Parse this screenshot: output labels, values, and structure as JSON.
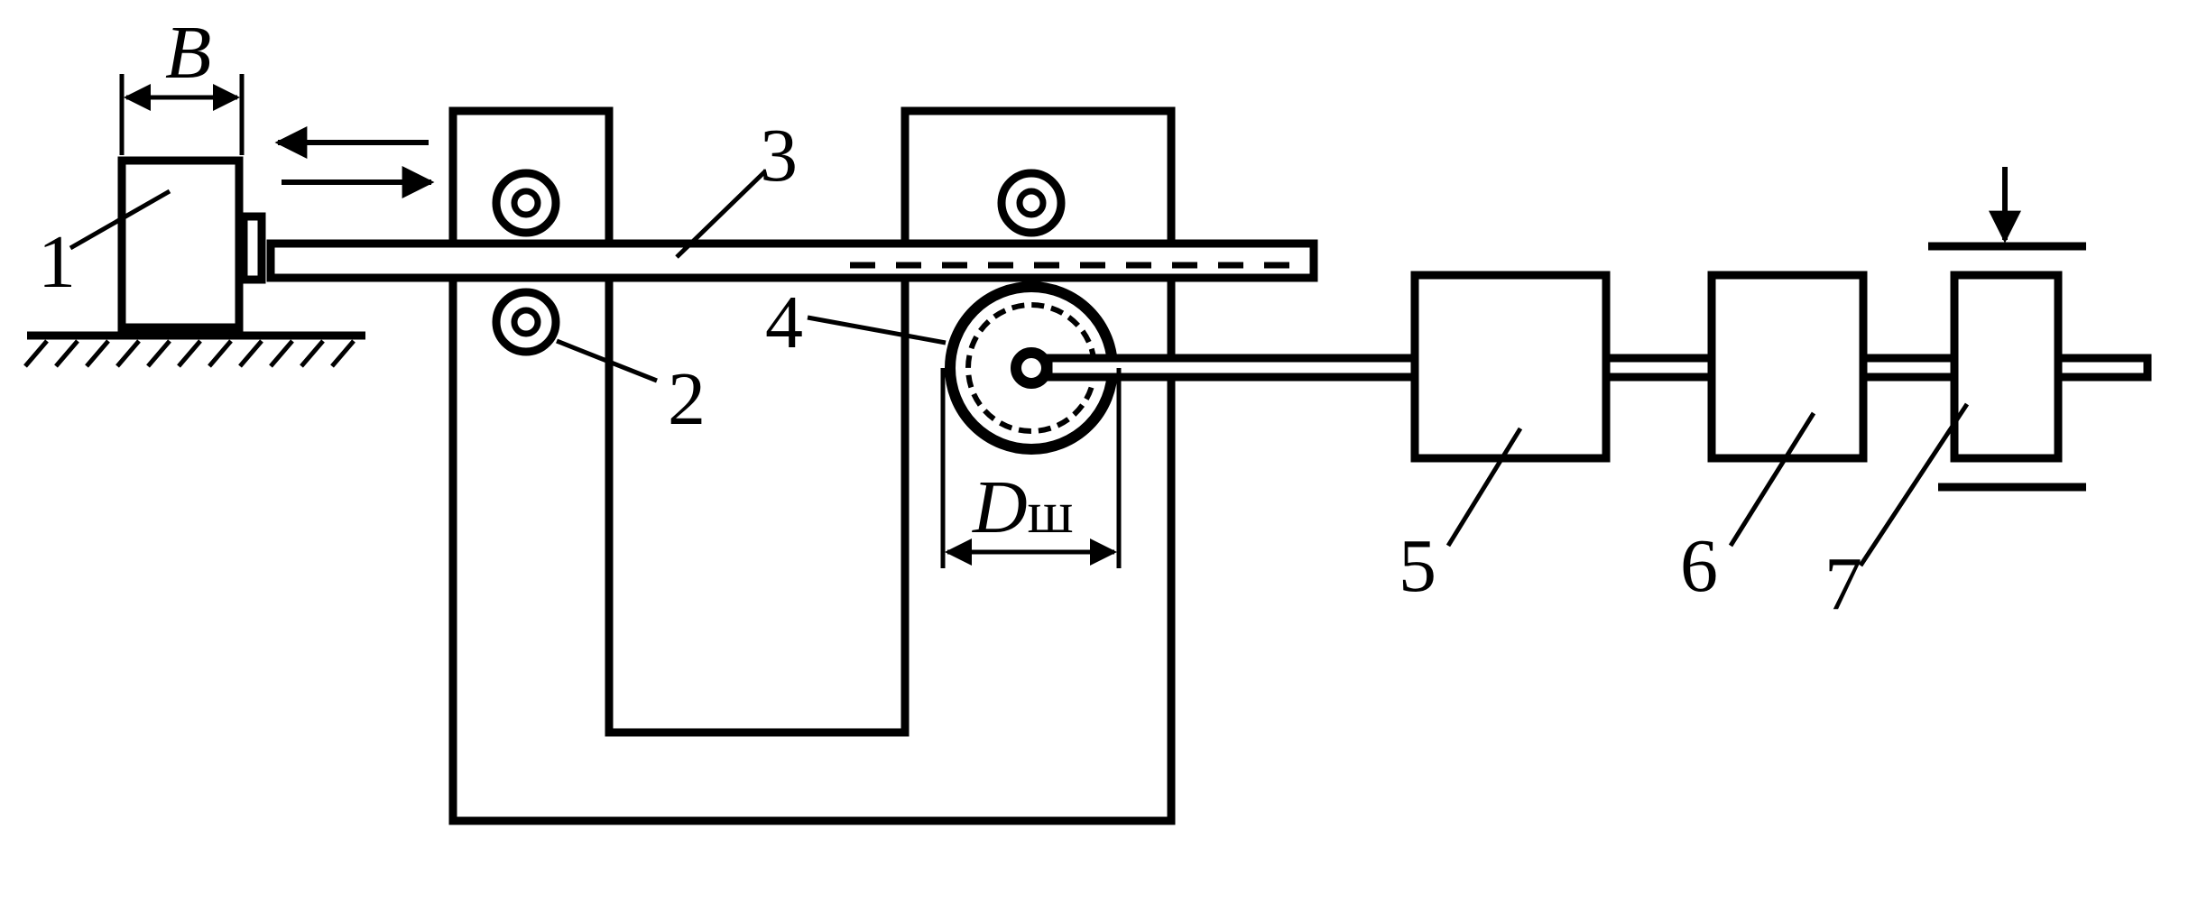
{
  "labels": {
    "width_symbol": "B",
    "diameter_symbol": "D",
    "diameter_subscript": "ш",
    "n1": "1",
    "n2": "2",
    "n3": "3",
    "n4": "4",
    "n5": "5",
    "n6": "6",
    "n7": "7"
  },
  "colors": {
    "ink": "#000000",
    "paper": "#ffffff"
  },
  "icons": [
    "arrow-left-icon",
    "arrow-right-icon",
    "arrow-down-icon",
    "ground-hatch"
  ]
}
